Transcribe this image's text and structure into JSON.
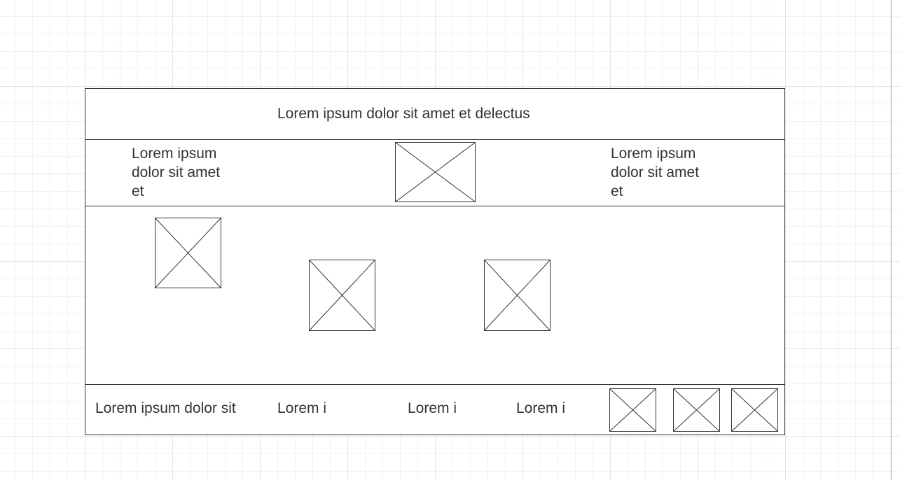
{
  "header": {
    "title": "Lorem ipsum dolor sit amet et delectus"
  },
  "sub_row": {
    "left_text": "Lorem ipsum dolor sit amet et",
    "right_text": "Lorem ipsum dolor sit amet et"
  },
  "footer": {
    "text_main": "Lorem ipsum dolor sit",
    "links": [
      "Lorem i",
      "Lorem i",
      "Lorem i"
    ]
  },
  "colors": {
    "stroke": "#333333",
    "text": "#333333",
    "grid": "#e4e4e4"
  }
}
